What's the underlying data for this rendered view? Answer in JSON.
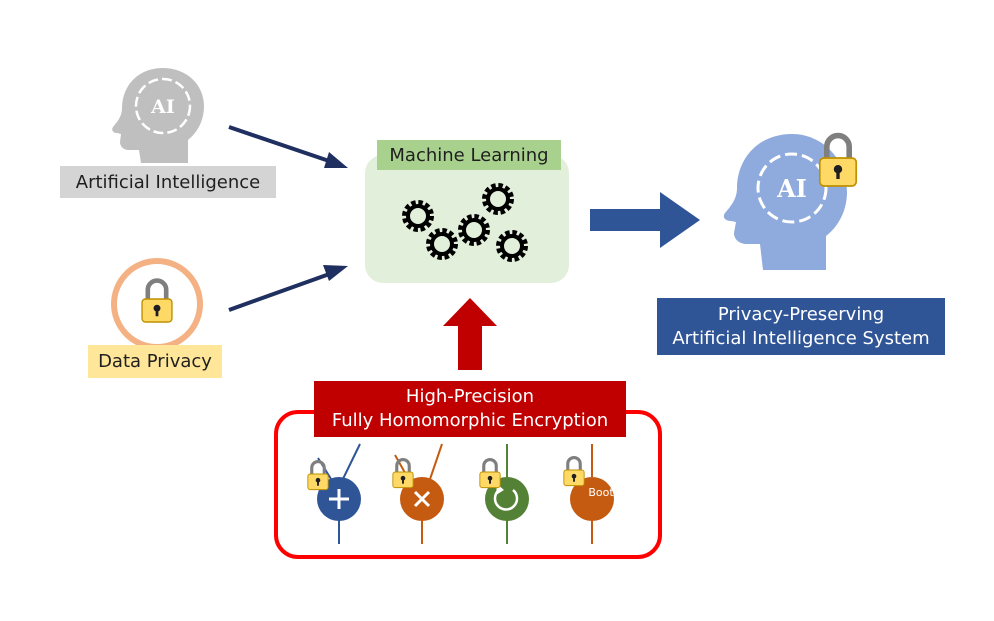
{
  "inputs": {
    "artificial_intelligence": "Artificial Intelligence",
    "data_privacy": "Data Privacy",
    "head_badge": "AI"
  },
  "machine_learning": {
    "title": "Machine Learning"
  },
  "output": {
    "line1": "Privacy-Preserving",
    "line2": "Artificial Intelligence System",
    "head_badge": "AI"
  },
  "encryption": {
    "line1": "High-Precision",
    "line2": "Fully Homomorphic Encryption",
    "operations": [
      {
        "icon": "plus-icon",
        "color": "#2f5597"
      },
      {
        "icon": "multiply-icon",
        "color": "#c55a11"
      },
      {
        "icon": "rotate-icon",
        "color": "#538135"
      },
      {
        "icon": "bootstrap-icon",
        "label": "Boot",
        "color": "#c55a11"
      }
    ]
  },
  "colors": {
    "dark_arrow": "#1f2f5f",
    "blue_arrow": "#2f5597",
    "red_arrow": "#c00000",
    "lock_body": "#ffd966",
    "lock_shackle": "#7f7f7f",
    "ml_panel": "#e2efda",
    "gray_head": "#bfbfbf",
    "blue_head": "#8faadc"
  }
}
